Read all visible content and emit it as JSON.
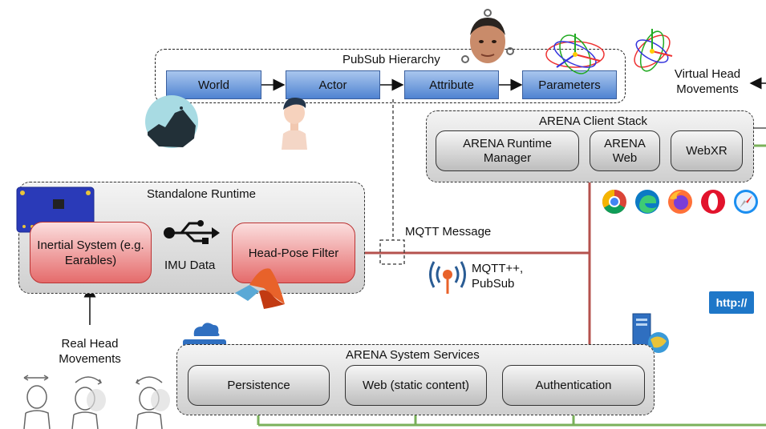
{
  "pubsub": {
    "title": "PubSub Hierarchy",
    "nodes": [
      "World",
      "Actor",
      "Attribute",
      "Parameters"
    ]
  },
  "virtual_head": {
    "line1": "Virtual Head",
    "line2": "Movements"
  },
  "client_stack": {
    "title": "ARENA Client Stack",
    "runtime_manager": {
      "line1": "ARENA Runtime",
      "line2": "Manager"
    },
    "web": {
      "line1": "ARENA",
      "line2": "Web"
    },
    "webxr": "WebXR"
  },
  "standalone": {
    "title": "Standalone Runtime",
    "inertial": {
      "line1": "Inertial System (e.g.",
      "line2": "Earables)"
    },
    "imu_label": "IMU Data",
    "filter": "Head-Pose Filter"
  },
  "mqtt_message": "MQTT Message",
  "mqtt_pp": {
    "line1": "MQTT++,",
    "line2": "PubSub"
  },
  "http_badge": "http://",
  "real_head": {
    "line1": "Real Head",
    "line2": "Movements"
  },
  "system_services": {
    "title": "ARENA System Services",
    "persistence": "Persistence",
    "web_static": "Web (static content)",
    "authentication": "Authentication"
  },
  "colors": {
    "blue_node": "#4f83d1",
    "red_pill": "#e56b6b",
    "mqtt_line": "#b5524e",
    "green_line": "#7ab15a"
  },
  "icons": [
    "chrome-icon",
    "edge-icon",
    "firefox-icon",
    "opera-icon",
    "safari-icon",
    "usb-icon",
    "wireless-icon",
    "server-icon",
    "cloud-storage-icon",
    "matlab-icon",
    "sensor-board-icon",
    "avatar-head-icon",
    "person-icon",
    "landscape-icon",
    "axes-gizmo-icon"
  ]
}
